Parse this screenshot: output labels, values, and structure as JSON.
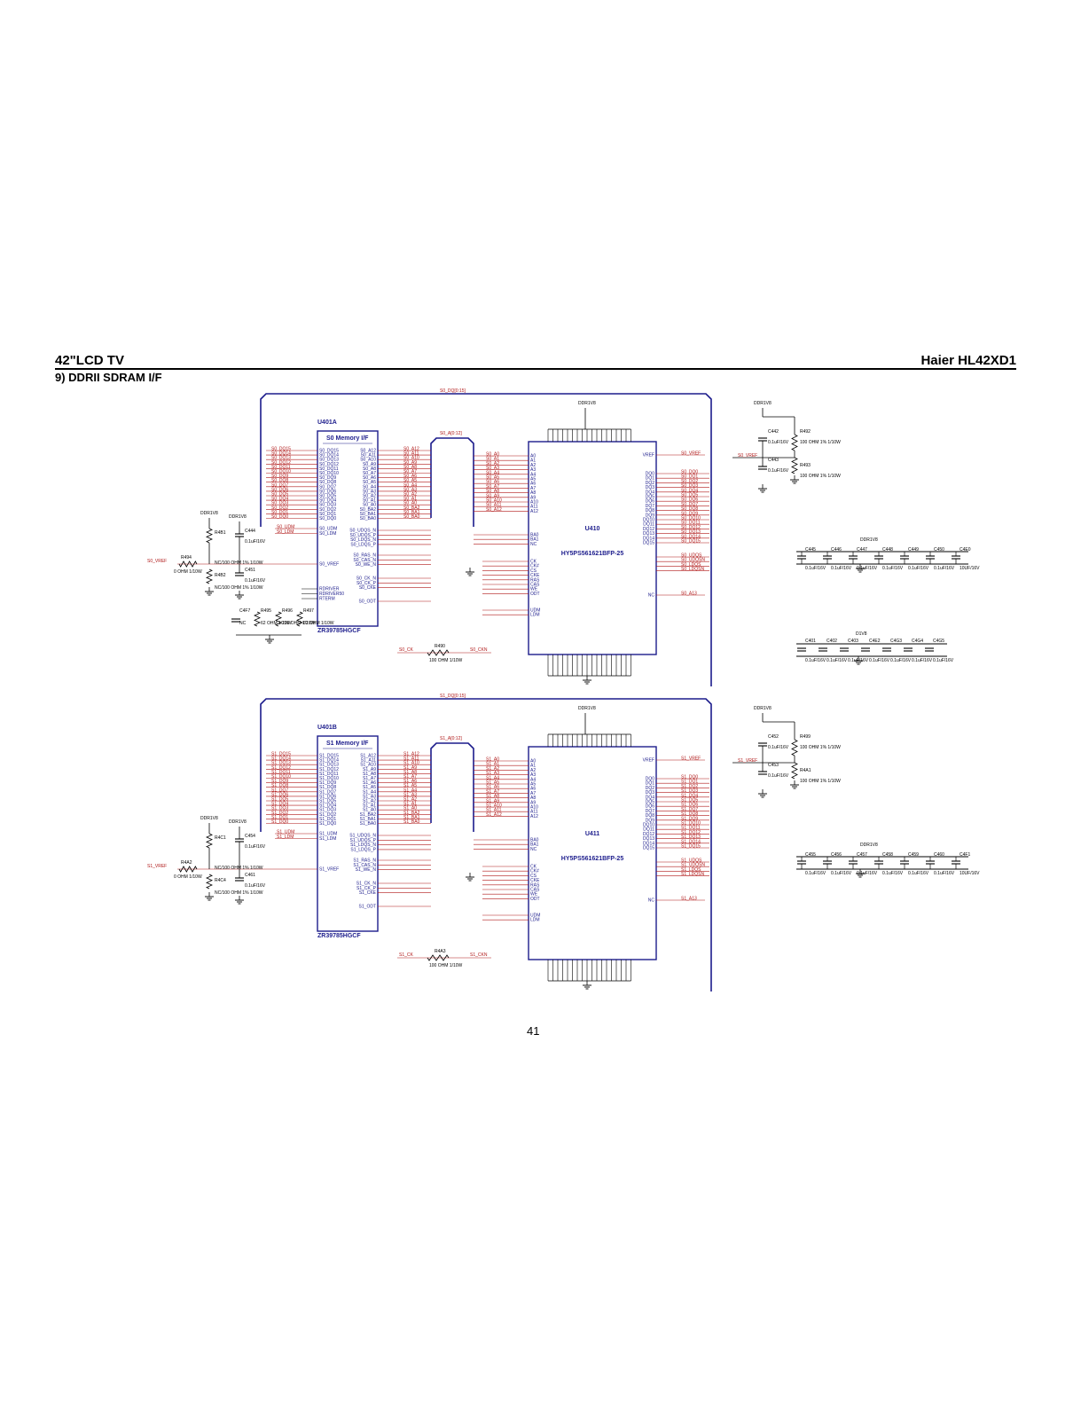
{
  "header": {
    "left": "42\"LCD TV",
    "right": "Haier HL42XD1",
    "section": "9) DDRII SDRAM I/F",
    "page": "41"
  },
  "colors": {
    "wire": "#1c1c8c",
    "net": "#b01818",
    "part": "#000000"
  },
  "blocks": [
    {
      "ref": "U401A",
      "title": "S0 Memory I/F",
      "part": "ZR39785HGCF",
      "dq_bus": "S0_DQ[0:15]",
      "addr_bus": "S0_A[0:12]",
      "dq_left": [
        "S0_DQ15",
        "S0_DQ14",
        "S0_DQ13",
        "S0_DQ12",
        "S0_DQ11",
        "S0_DQ10",
        "S0_DQ9",
        "S0_DQ8",
        "S0_DQ7",
        "S0_DQ6",
        "S0_DQ5",
        "S0_DQ4",
        "S0_DQ3",
        "S0_DQ2",
        "S0_DQ1",
        "S0_DQ0"
      ],
      "dm_left": [
        "S0_UDM",
        "S0_LDM"
      ],
      "vref": "S0_VREF",
      "ctrl_left": [
        "RDRIVER",
        "RDRIVER50",
        "RTERM"
      ],
      "addr_right": [
        "S0_A12",
        "S0_A11",
        "S0_A10",
        "S0_A9",
        "S0_A8",
        "S0_A7",
        "S0_A6",
        "S0_A5",
        "S0_A4",
        "S0_A3",
        "S0_A2",
        "S0_A1",
        "S0_A0",
        "S0_BA2",
        "S0_BA1",
        "S0_BA0"
      ],
      "strobe_right": [
        "S0_UDQS_N",
        "S0_UDQS_P",
        "S0_LDQS_N",
        "S0_LDQS_P"
      ],
      "cmd_right": [
        "S0_RAS_N",
        "S0_CAS_N",
        "S0_WE_N"
      ],
      "clk_right": [
        "S0_CK_N",
        "S0_CK_P",
        "S0_CKE"
      ],
      "odt": "S0_ODT",
      "ram": {
        "ref": "U410",
        "part": "HY5PS561621BFP-25",
        "addr_pins": [
          "A0",
          "A1",
          "A2",
          "A3",
          "A4",
          "A5",
          "A6",
          "A7",
          "A8",
          "A9",
          "A10",
          "A11",
          "A12"
        ],
        "ba_pins": [
          "BA0",
          "BA1",
          "NC"
        ],
        "ctl_pins": [
          "CK",
          "CK#",
          "CS",
          "CKE",
          "RAS",
          "CAS",
          "WE",
          "ODT"
        ],
        "dm_pins": [
          "UDM",
          "LDM"
        ],
        "dq_pins": [
          "DQ0",
          "DQ1",
          "DQ2",
          "DQ3",
          "DQ4",
          "DQ5",
          "DQ6",
          "DQ7",
          "DQ8",
          "DQ9",
          "DQ10",
          "DQ11",
          "DQ12",
          "DQ13",
          "DQ14",
          "DQ15"
        ],
        "dq_nets": [
          "S0_DQ0",
          "S0_DQ1",
          "S0_DQ2",
          "S0_DQ3",
          "S0_DQ4",
          "S0_DQ5",
          "S0_DQ6",
          "S0_DQ7",
          "S0_DQ8",
          "S0_DQ9",
          "S0_DQ10",
          "S0_DQ11",
          "S0_DQ12",
          "S0_DQ13",
          "S0_DQ14",
          "S0_DQ15"
        ],
        "strobe_nets": [
          "S0_UDQS",
          "S0_UDQSN",
          "S0_LDQS",
          "S0_LDQSN"
        ],
        "vref_net": "S0_VREF",
        "nc_net": "S0_A13",
        "ck_net": "S0_CK",
        "ckn_net": "S0_CKN",
        "term_res": "R490"
      },
      "supply": "DDR1V8",
      "caps": [
        "C445",
        "C446",
        "C447",
        "C448",
        "C449",
        "C450",
        "C4E0"
      ],
      "caps2": [
        "C401",
        "C402",
        "C403",
        "C4E2",
        "C4G3",
        "C4G4",
        "C4G5"
      ]
    },
    {
      "ref": "U401B",
      "title": "S1 Memory I/F",
      "part": "ZR39785HGCF",
      "dq_bus": "S1_DQ[0:15]",
      "addr_bus": "S1_A[0:12]",
      "dq_left": [
        "S1_DQ15",
        "S1_DQ14",
        "S1_DQ13",
        "S1_DQ12",
        "S1_DQ11",
        "S1_DQ10",
        "S1_DQ9",
        "S1_DQ8",
        "S1_DQ7",
        "S1_DQ6",
        "S1_DQ5",
        "S1_DQ4",
        "S1_DQ3",
        "S1_DQ2",
        "S1_DQ1",
        "S1_DQ0"
      ],
      "dm_left": [
        "S1_UDM",
        "S1_LDM"
      ],
      "vref": "S1_VREF",
      "ctrl_left": [],
      "addr_right": [
        "S1_A12",
        "S1_A11",
        "S1_A10",
        "S1_A9",
        "S1_A8",
        "S1_A7",
        "S1_A6",
        "S1_A5",
        "S1_A4",
        "S1_A3",
        "S1_A2",
        "S1_A1",
        "S1_A0",
        "S1_BA2",
        "S1_BA1",
        "S1_BA0"
      ],
      "strobe_right": [
        "S1_UDQS_N",
        "S1_UDQS_P",
        "S1_LDQS_N",
        "S1_LDQS_P"
      ],
      "cmd_right": [
        "S1_RAS_N",
        "S1_CAS_N",
        "S1_WE_N"
      ],
      "clk_right": [
        "S1_CK_N",
        "S1_CK_P",
        "S1_CKE"
      ],
      "odt": "S1_ODT",
      "ram": {
        "ref": "U411",
        "part": "HY5PS561621BFP-25",
        "addr_pins": [
          "A0",
          "A1",
          "A2",
          "A3",
          "A4",
          "A5",
          "A6",
          "A7",
          "A8",
          "A9",
          "A10",
          "A11",
          "A12"
        ],
        "ba_pins": [
          "BA0",
          "BA1",
          "NC"
        ],
        "ctl_pins": [
          "CK",
          "CK#",
          "CS",
          "CKE",
          "RAS",
          "CAS",
          "WE",
          "ODT"
        ],
        "dm_pins": [
          "UDM",
          "LDM"
        ],
        "dq_pins": [
          "DQ0",
          "DQ1",
          "DQ2",
          "DQ3",
          "DQ4",
          "DQ5",
          "DQ6",
          "DQ7",
          "DQ8",
          "DQ9",
          "DQ10",
          "DQ11",
          "DQ12",
          "DQ13",
          "DQ14",
          "DQ15"
        ],
        "dq_nets": [
          "S1_DQ0",
          "S1_DQ1",
          "S1_DQ2",
          "S1_DQ3",
          "S1_DQ4",
          "S1_DQ5",
          "S1_DQ6",
          "S1_DQ7",
          "S1_DQ8",
          "S1_DQ9",
          "S1_DQ10",
          "S1_DQ11",
          "S1_DQ12",
          "S1_DQ13",
          "S1_DQ14",
          "S1_DQ15"
        ],
        "strobe_nets": [
          "S1_UDQS",
          "S1_UDQSN",
          "S1_LDQS",
          "S1_LDQSN"
        ],
        "vref_net": "S1_VREF",
        "nc_net": "S1_A13",
        "ck_net": "S1_CK",
        "ckn_net": "S1_CKN",
        "term_res": "R4A3"
      },
      "supply": "DDR1V8",
      "caps": [
        "C455",
        "C456",
        "C457",
        "C458",
        "C459",
        "C460",
        "C4F1"
      ],
      "caps2": []
    }
  ],
  "vref_divider": {
    "top": {
      "res": [
        "R492",
        "R493"
      ],
      "caps": [
        "C442",
        "C443"
      ],
      "value": "100 OHM 1% 1/10W",
      "cap_value": "0.1uF/16V"
    },
    "bottom": {
      "res": [
        "R499",
        "R4A1"
      ],
      "caps": [
        "C452",
        "C453"
      ],
      "value": "100 OHM 1% 1/10W",
      "cap_value": "0.1uF/16V"
    }
  },
  "left_divider": {
    "top": {
      "res": [
        "R4B1",
        "R4B2",
        "R494"
      ],
      "caps": [
        "C444",
        "C451"
      ],
      "nc": "NC/100 OHM 1% 1/10W",
      "series": "0 OHM 1/10W"
    },
    "bottom": {
      "res": [
        "R4C1",
        "R4C4",
        "R4A2"
      ],
      "caps": [
        "C454",
        "C461"
      ],
      "nc": "NC/100 OHM 1% 1/10W",
      "series": "0 OHM 1/10W"
    }
  },
  "misc": {
    "term_value": "100 OHM 1/10W",
    "cap_small": "0.1uF/16V",
    "cap_bulk": "10UF/16V",
    "d1v8": "D1V8",
    "rterm": [
      "C4F7",
      "R495",
      "R496",
      "R497"
    ],
    "rterm_values": [
      "NC",
      "62 OHM 1/10W",
      "220 OHM 1/10W",
      "62 OHM 1/10W"
    ]
  }
}
